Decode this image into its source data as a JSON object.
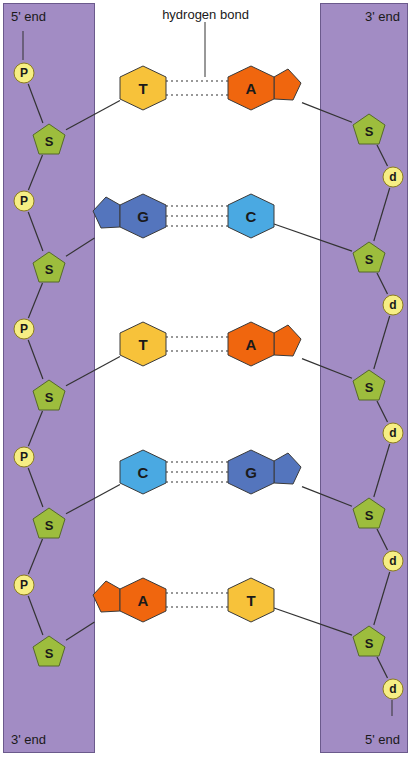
{
  "diagram": {
    "nodes": [
      {
        "text": [
          "5' end",
          "3' end"
        ]
      },
      {
        "text": [
          "3' end",
          "5' end"
        ]
      },
      {
        "text": [
          "P"
        ],
        "in": 0
      },
      {
        "text": [
          "S"
        ],
        "in": 0
      },
      {
        "text": [
          "P"
        ],
        "in": 0
      },
      {
        "text": [
          "S"
        ],
        "in": 0
      },
      {
        "text": [
          "P"
        ],
        "in": 0
      },
      {
        "text": [
          "S"
        ],
        "in": 0
      },
      {
        "text": [
          "P"
        ],
        "in": 0
      },
      {
        "text": [
          "S"
        ],
        "in": 0
      },
      {
        "text": [
          "P"
        ],
        "in": 0
      },
      {
        "text": [
          "S"
        ],
        "in": 0
      },
      {
        "text": [
          "S"
        ],
        "in": 1
      },
      {
        "text": [
          "d"
        ],
        "in": 1
      },
      {
        "text": [
          "S"
        ],
        "in": 1
      },
      {
        "text": [
          "d"
        ],
        "in": 1
      },
      {
        "text": [
          "S"
        ],
        "in": 1
      },
      {
        "text": [
          "d"
        ],
        "in": 1
      },
      {
        "text": [
          "S"
        ],
        "in": 1
      },
      {
        "text": [
          "d"
        ],
        "in": 1
      },
      {
        "text": [
          "S"
        ],
        "in": 1
      },
      {
        "text": [
          "d"
        ],
        "in": 1
      },
      {
        "text": [
          "T"
        ]
      },
      {
        "text": [
          "A"
        ]
      },
      {
        "text": [
          "G"
        ]
      },
      {
        "text": [
          "C"
        ]
      },
      {
        "text": [
          "T"
        ]
      },
      {
        "text": [
          "A"
        ]
      },
      {
        "text": [
          "C"
        ]
      },
      {
        "text": [
          "G"
        ]
      },
      {
        "text": [
          "A"
        ]
      },
      {
        "text": [
          "T"
        ]
      }
    ],
    "edges": [
      {
        "from": 2,
        "to": 3,
        "arrow": "none"
      },
      {
        "from": 3,
        "to": 4,
        "arrow": "none"
      },
      {
        "from": 4,
        "to": 5,
        "arrow": "none"
      },
      {
        "from": 5,
        "to": 6,
        "arrow": "none"
      },
      {
        "from": 6,
        "to": 7,
        "arrow": "none"
      },
      {
        "from": 7,
        "to": 8,
        "arrow": "none"
      },
      {
        "from": 8,
        "to": 9,
        "arrow": "none"
      },
      {
        "from": 9,
        "to": 10,
        "arrow": "none"
      },
      {
        "from": 10,
        "to": 11,
        "arrow": "none"
      },
      {
        "from": 12,
        "to": 13,
        "arrow": "none"
      },
      {
        "from": 13,
        "to": 14,
        "arrow": "none"
      },
      {
        "from": 14,
        "to": 15,
        "arrow": "none"
      },
      {
        "from": 15,
        "to": 16,
        "arrow": "none"
      },
      {
        "from": 16,
        "to": 17,
        "arrow": "none"
      },
      {
        "from": 17,
        "to": 18,
        "arrow": "none"
      },
      {
        "from": 18,
        "to": 19,
        "arrow": "none"
      },
      {
        "from": 19,
        "to": 20,
        "arrow": "none"
      },
      {
        "from": 20,
        "to": 21,
        "arrow": "none"
      },
      {
        "from": 3,
        "to": 22,
        "arrow": "none"
      },
      {
        "from": 5,
        "to": 24,
        "arrow": "none"
      },
      {
        "from": 7,
        "to": 26,
        "arrow": "none"
      },
      {
        "from": 9,
        "to": 28,
        "arrow": "none"
      },
      {
        "from": 11,
        "to": 30,
        "arrow": "none"
      },
      {
        "from": 23,
        "to": 12,
        "arrow": "none"
      },
      {
        "from": 25,
        "to": 14,
        "arrow": "none"
      },
      {
        "from": 27,
        "to": 16,
        "arrow": "none"
      },
      {
        "from": 29,
        "to": 18,
        "arrow": "none"
      },
      {
        "from": 31,
        "to": 20,
        "arrow": "none"
      },
      {
        "from": 22,
        "to": 23,
        "arrow": "none"
      },
      {
        "from": 22,
        "to": 23,
        "arrow": "none"
      },
      {
        "from": 24,
        "to": 25,
        "arrow": "none"
      },
      {
        "from": 24,
        "to": 25,
        "arrow": "none"
      },
      {
        "from": 24,
        "to": 25,
        "arrow": "none"
      },
      {
        "from": 26,
        "to": 27,
        "arrow": "none"
      },
      {
        "from": 26,
        "to": 27,
        "arrow": "none"
      },
      {
        "from": 28,
        "to": 29,
        "arrow": "none"
      },
      {
        "from": 28,
        "to": 29,
        "arrow": "none"
      },
      {
        "from": 28,
        "to": 29,
        "arrow": "none"
      },
      {
        "from": 30,
        "to": 31,
        "arrow": "none"
      },
      {
        "from": 30,
        "to": 31,
        "arrow": "none"
      }
    ],
    "labels": [
      "hydrogen bond"
    ]
  }
}
